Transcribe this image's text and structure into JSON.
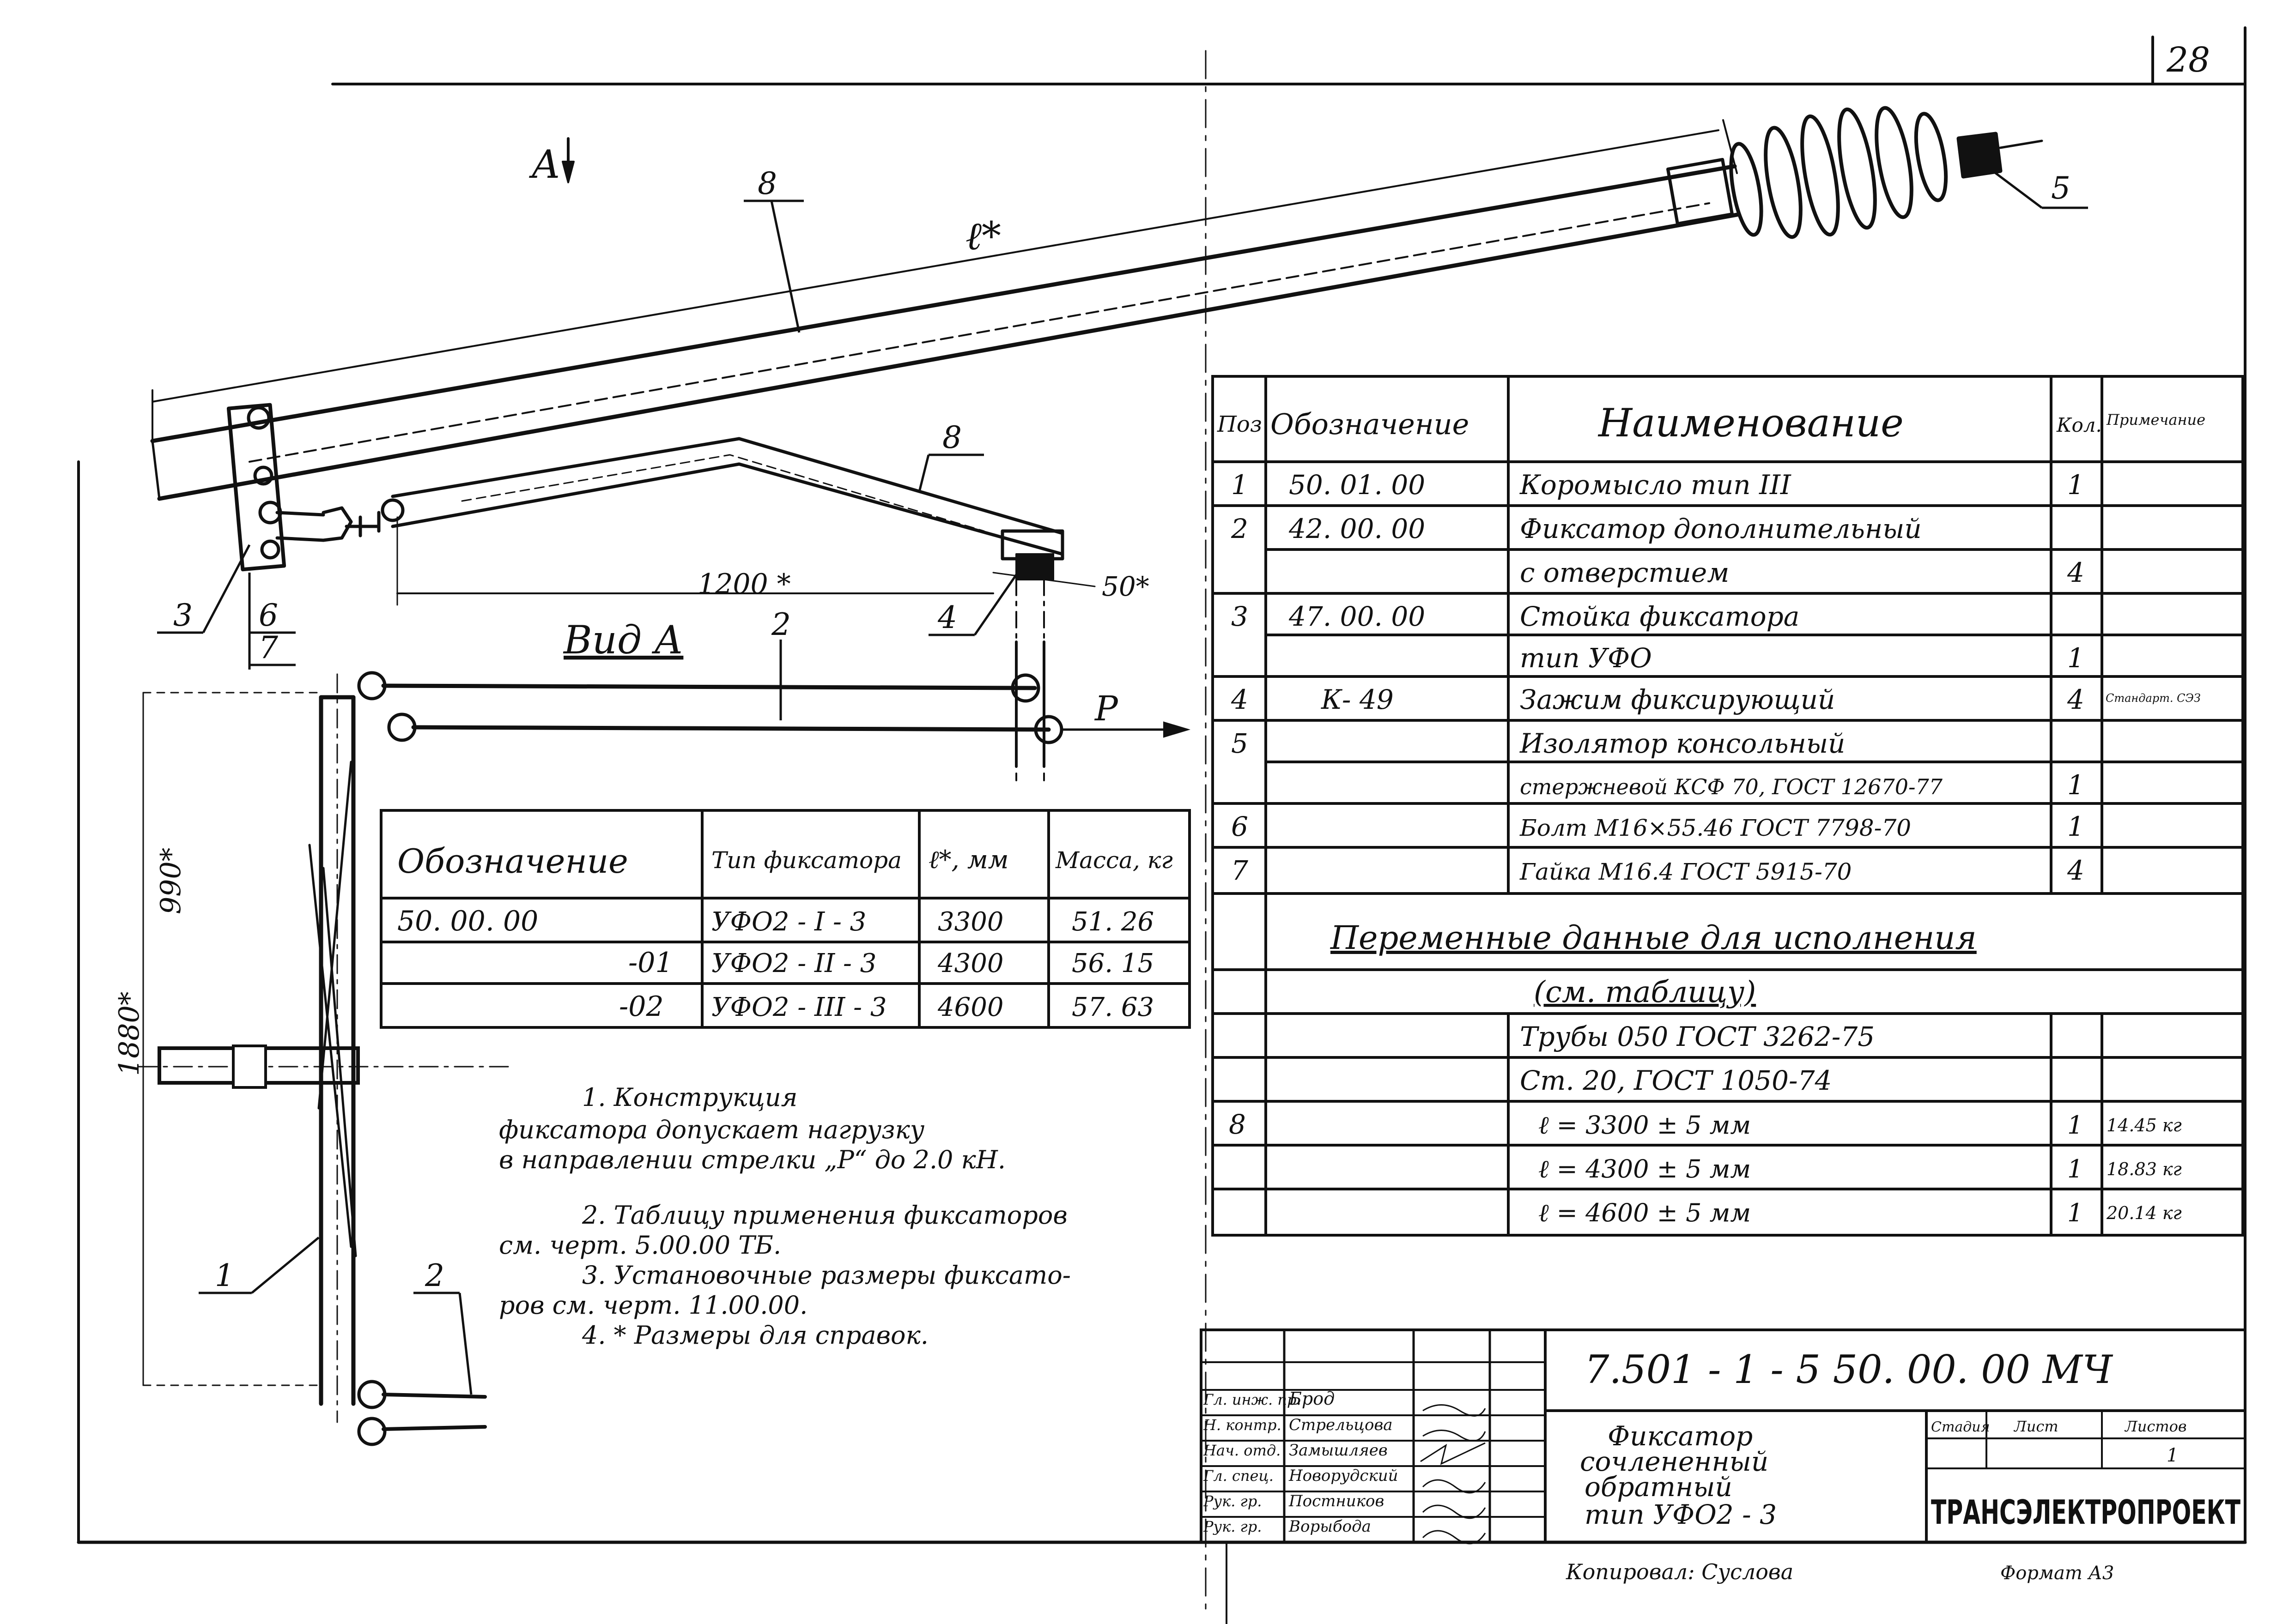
{
  "sheet_number": "28",
  "view_label": "Вид А",
  "view_arrow_label": "А",
  "load_label": "Р",
  "length_label": "ℓ*",
  "dim_1200": "1200 *",
  "dim_50": "50*",
  "dim_990": "990*",
  "dim_1880": "1880*",
  "callouts": [
    "1",
    "2",
    "2",
    "3",
    "4",
    "5",
    "6",
    "7",
    "8",
    "8"
  ],
  "spec_table": {
    "headers": [
      "Поз",
      "Обозначение",
      "Наименование",
      "Кол.",
      "Примечание"
    ],
    "rows": [
      {
        "pos": "1",
        "code": "50. 01. 00",
        "name": "Коромысло тип III",
        "qty": "1",
        "note": ""
      },
      {
        "pos": "2",
        "code": "42. 00. 00",
        "name": "Фиксатор дополнительный",
        "qty": "",
        "note": ""
      },
      {
        "pos": "",
        "code": "",
        "name": "с отверстием",
        "qty": "4",
        "note": ""
      },
      {
        "pos": "3",
        "code": "47. 00. 00",
        "name": "Стойка фиксатора",
        "qty": "",
        "note": ""
      },
      {
        "pos": "",
        "code": "",
        "name": "тип УФО",
        "qty": "1",
        "note": ""
      },
      {
        "pos": "4",
        "code": "К- 49",
        "name": "Зажим фиксирующий",
        "qty": "4",
        "note": "Стандарт. СЭЗ"
      },
      {
        "pos": "5",
        "code": "",
        "name": "Изолятор консольный",
        "qty": "",
        "note": ""
      },
      {
        "pos": "",
        "code": "",
        "name": "стержневой КСФ 70, ГОСТ 12670-77",
        "qty": "1",
        "note": ""
      },
      {
        "pos": "6",
        "code": "",
        "name": "Болт М16×55.46 ГОСТ 7798-70",
        "qty": "1",
        "note": ""
      },
      {
        "pos": "7",
        "code": "",
        "name": "Гайка М16.4 ГОСТ 5915-70",
        "qty": "4",
        "note": ""
      }
    ],
    "variable_title": "Переменные данные для исполнения",
    "variable_subtitle": "(см. таблицу)",
    "pipe_rows": [
      {
        "pos": "",
        "name": "Трубы 050 ГОСТ 3262-75",
        "qty": "",
        "note": ""
      },
      {
        "pos": "",
        "name": "Ст. 20, ГОСТ 1050-74",
        "qty": "",
        "note": ""
      },
      {
        "pos": "8",
        "name": "ℓ = 3300 ± 5 мм",
        "qty": "1",
        "note": "14.45 кг"
      },
      {
        "pos": "",
        "name": "ℓ = 4300 ± 5 мм",
        "qty": "1",
        "note": "18.83 кг"
      },
      {
        "pos": "",
        "name": "ℓ = 4600 ± 5 мм",
        "qty": "1",
        "note": "20.14 кг"
      }
    ]
  },
  "variant_table": {
    "headers": [
      "Обозначение",
      "Тип фиксатора",
      "ℓ*, мм",
      "Масса, кг"
    ],
    "rows": [
      [
        "50. 00. 00",
        "УФО2 - I - 3",
        "3300",
        "51. 26"
      ],
      [
        "-01",
        "УФО2 - II - 3",
        "4300",
        "56. 15"
      ],
      [
        "-02",
        "УФО2 - III - 3",
        "4600",
        "57. 63"
      ]
    ]
  },
  "notes": [
    "1. Конструкция",
    "фиксатора допускает нагрузку",
    "в направлении стрелки „Р“ до 2.0 кН.",
    "2. Таблицу применения фиксаторов",
    "см. черт. 5.00.00 ТБ.",
    "3. Установочные размеры фиксато-",
    "ров см. черт. 11.00.00.",
    "4. * Размеры для справок."
  ],
  "title_block": {
    "doc_code": "7.501 - 1 - 5 50. 00. 00 МЧ",
    "title_lines": [
      "Фиксатор",
      "сочлененный",
      "обратный",
      "тип УФО2 - 3"
    ],
    "stage_label": "Стадия",
    "sheet_label": "Лист",
    "sheets_label": "Листов",
    "sheets_value": "1",
    "org": "ТРАНСЭЛЕКТРОПРОЕКТ",
    "roles": [
      "Гл. инж. пр.",
      "Н. контр.",
      "Нач. отд.",
      "Гл. спец.",
      "Рук. гр.",
      "Рук. гр."
    ],
    "names": [
      "Брод",
      "Стрельцова",
      "Замышляев",
      "Новорудский",
      "Постников",
      "Ворыбода"
    ],
    "copied": "Копировал: Суслова",
    "format": "Формат А3"
  }
}
